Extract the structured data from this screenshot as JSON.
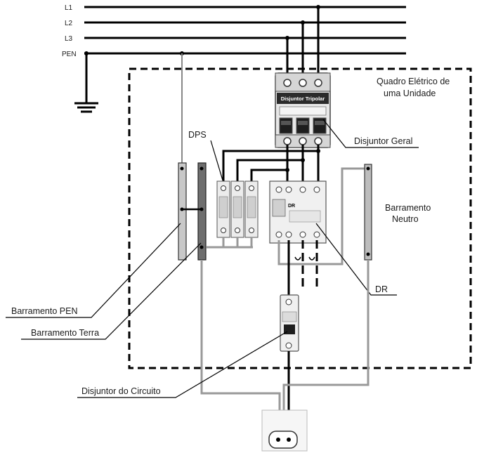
{
  "lines": {
    "l1": "L1",
    "l2": "L2",
    "l3": "L3",
    "pen": "PEN"
  },
  "labels": {
    "panel_title_1": "Quadro Elétrico de",
    "panel_title_2": "uma Unidade",
    "breaker_caption": "Disjuntor Tripolar",
    "main_breaker": "Disjuntor Geral",
    "dps": "DPS",
    "neutral_bar_1": "Barramento",
    "neutral_bar_2": "Neutro",
    "dr": "DR",
    "dr_face": "DR",
    "pen_bar": "Barramento PEN",
    "earth_bar": "Barramento Terra",
    "circuit_breaker": "Disjuntor do Circuito"
  }
}
